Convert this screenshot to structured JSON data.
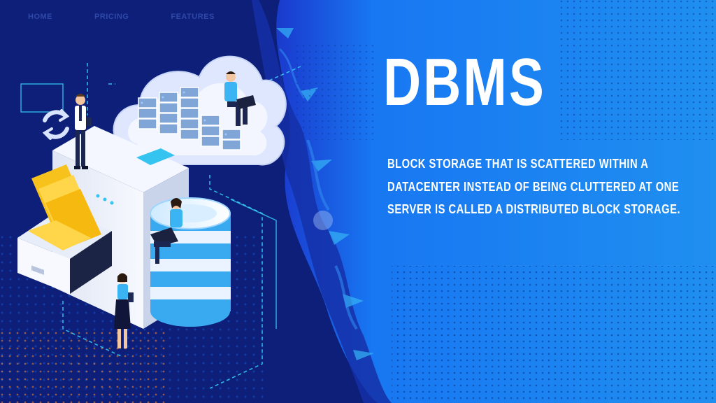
{
  "nav": {
    "items": [
      "HOME",
      "PRICING",
      "FEATURES"
    ]
  },
  "headline": "DBMS",
  "description": "BLOCK STORAGE THAT IS SCATTERED WITHIN A DATACENTER INSTEAD OF BEING CLUTTERED AT ONE SERVER  IS CALLED A DISTRIBUTED BLOCK STORAGE.",
  "colors": {
    "left_background": "#0b1a66",
    "right_background": "#1f8ff0",
    "text": "#ffffff",
    "accent_cyan": "#35d0f5",
    "folder_yellow": "#f6c21c"
  },
  "illustration": {
    "icons": [
      "cloud-server-icon",
      "file-cabinet-icon",
      "database-cylinder-icon",
      "sync-arrows-icon",
      "person-laptop-icon",
      "person-tablet-icon"
    ]
  }
}
